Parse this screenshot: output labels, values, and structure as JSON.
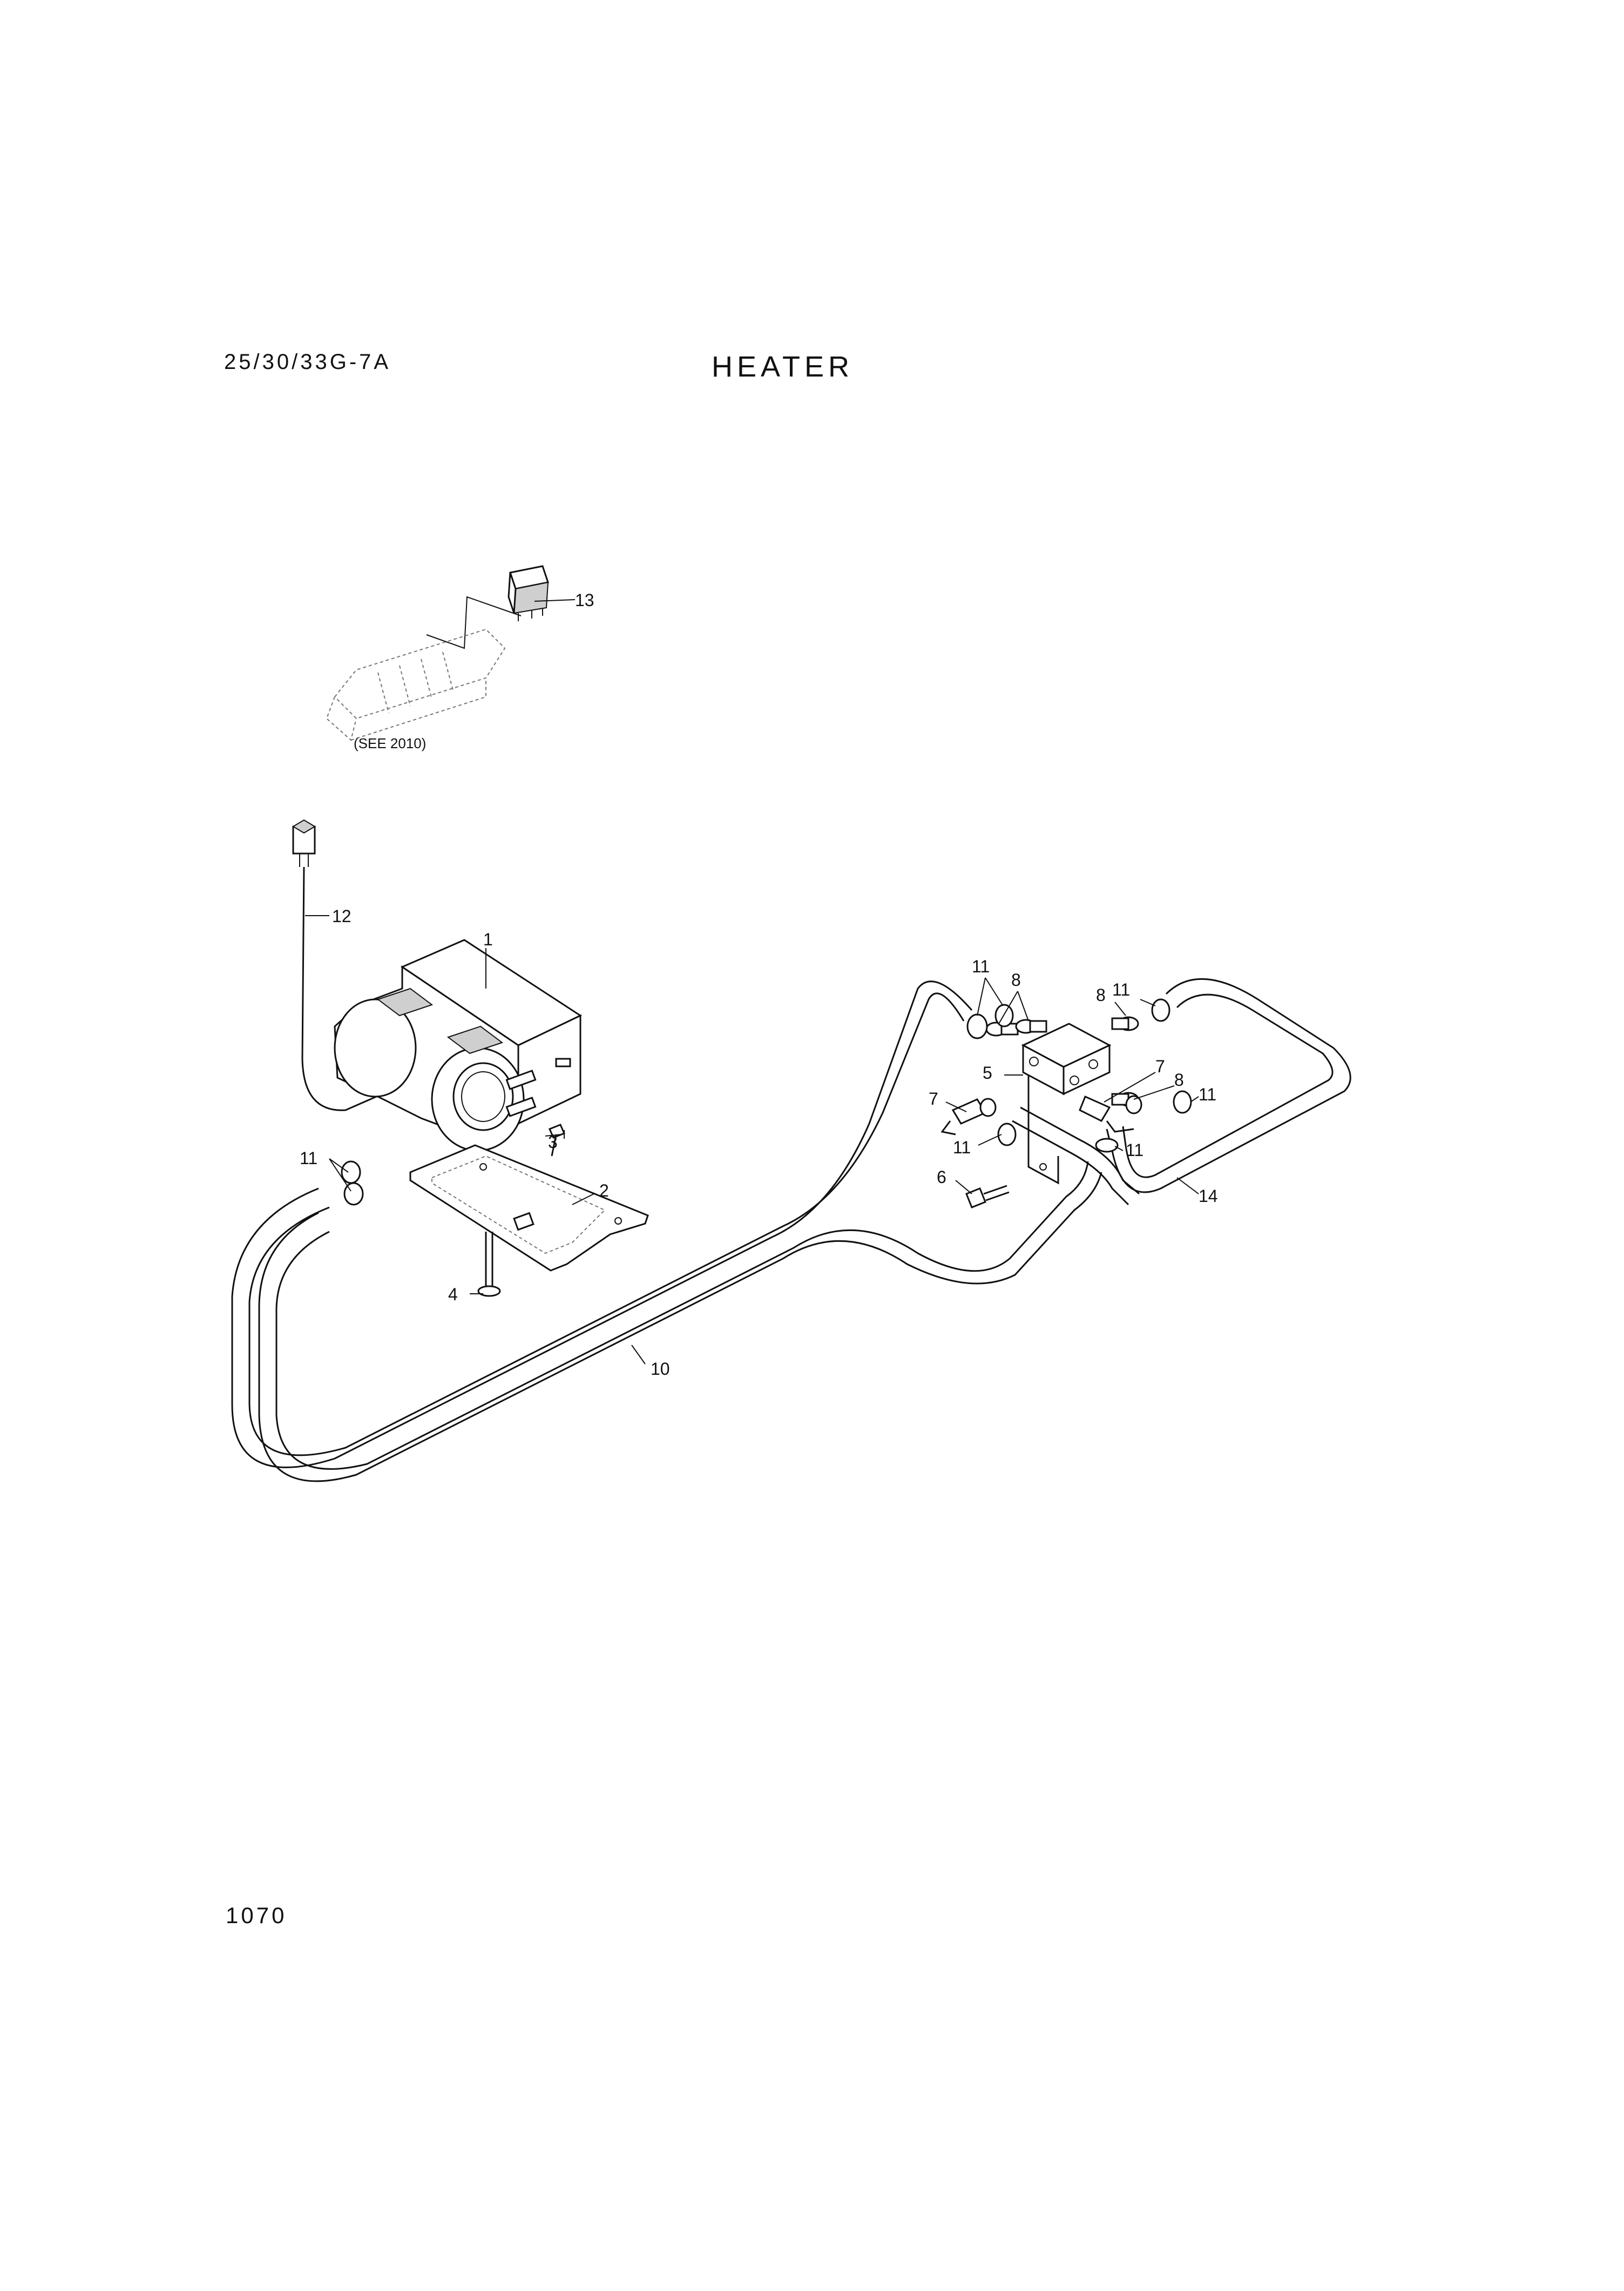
{
  "header": {
    "model": "25/30/33G-7A",
    "title": "HEATER",
    "page_number": "1070"
  },
  "reference_note": "(SEE 2010)",
  "callouts": {
    "c1": "1",
    "c2": "2",
    "c3": "3",
    "c4": "4",
    "c5": "5",
    "c6": "6",
    "c7a": "7",
    "c7b": "7",
    "c8a": "8",
    "c8b": "8",
    "c8c": "8",
    "c10": "10",
    "c11a": "11",
    "c11b": "11",
    "c11c": "11",
    "c11d": "11",
    "c11e": "11",
    "c11f": "11",
    "c12": "12",
    "c13": "13",
    "c14": "14"
  }
}
